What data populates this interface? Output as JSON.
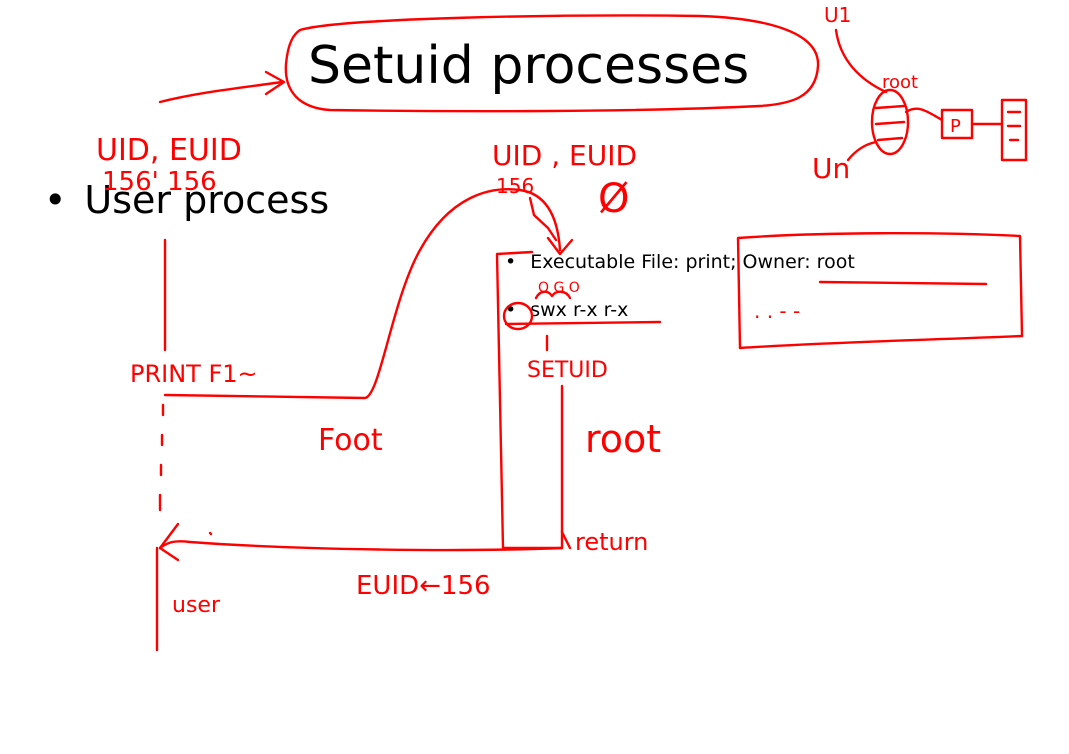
{
  "slide": {
    "title": "Setuid processes",
    "bullet_main": "User process",
    "sub_bullets": [
      "Executable File: print; Owner: root",
      "swx r-x r-x"
    ]
  },
  "annotations": {
    "uid_euid_left": "UID, EUID",
    "uid_euid_left_values": "156' 156",
    "uid_euid_mid": "UID , EUID",
    "uid_mid_value": "156",
    "euid_mid_value": "Ø",
    "perm_groups": "O  G  O",
    "setuid_label": "SETUID",
    "print_label": "PRINT F1~",
    "root_left": "Foot",
    "root_right": "root",
    "return_label": "return",
    "euid_return": "EUID←156",
    "user_label": "user",
    "file_dots": ".  .   -  -",
    "diagram_u1": "U1",
    "diagram_un": "Un",
    "diagram_root": "root",
    "diagram_p": "P"
  }
}
